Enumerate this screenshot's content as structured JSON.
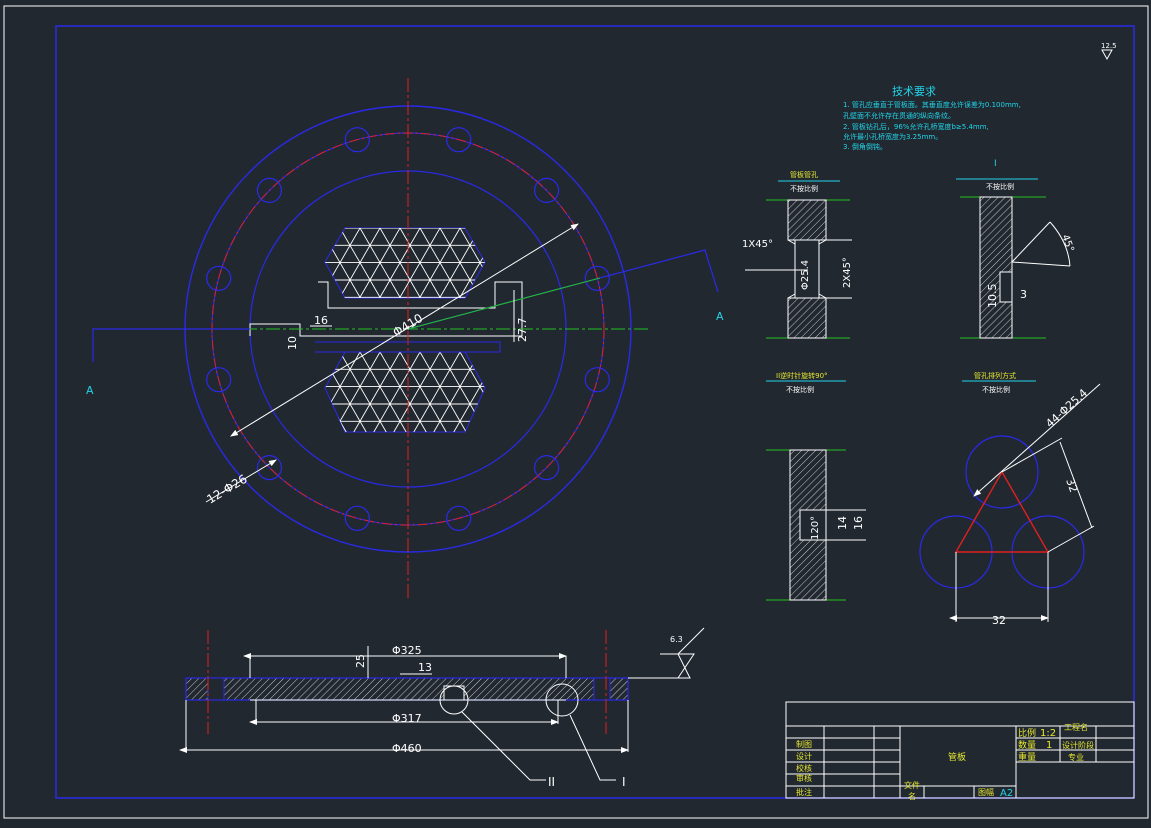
{
  "colors": {
    "background": "#212830",
    "frame": "#2a2ae8",
    "white": "#ffffff",
    "centerline": "#e02020",
    "green": "#22c022",
    "cyan": "#22d4e8",
    "yellow": "#e8e830",
    "hatch": "#c8c8c8"
  },
  "roughness_mark": "12.5",
  "tech": {
    "title": "技术要求",
    "line1": "1. 管孔应垂直于管板面。其垂直度允许误差为0.100mm,",
    "line2": "   孔壁面不允许存在贯通的纵向条纹。",
    "line3": "2. 管板钻孔后，96%允许孔桥宽度b≥5.4mm,",
    "line4": "   允许最小孔桥宽度为3.25mm。",
    "line5": "3. 倒角倒钝。"
  },
  "main_view": {
    "dim_hole_circle": "Φ410",
    "dim_bolt_holes": "12-Φ26",
    "dim_16": "16",
    "dim_10": "10",
    "dim_27_7": "27.7",
    "section_label_left": "A",
    "section_label_right": "A"
  },
  "detail_tube_hole": {
    "title": "管板管孔",
    "scale": "不按比例",
    "dim_chamfer1": "1X45°",
    "dim_dia": "Φ25.4",
    "dim_chamfer2": "2X45°"
  },
  "detail_I": {
    "label": "I",
    "scale": "不按比例",
    "dim_angle": "45°",
    "dim_depth": "10.5",
    "dim_3": "3"
  },
  "detail_II": {
    "title": "II逆时针旋转90°",
    "scale": "不按比例",
    "dim_angle": "120°",
    "dim_14": "14",
    "dim_16": "16"
  },
  "detail_layout": {
    "title": "管孔排列方式",
    "scale": "不按比例",
    "dim_holes": "44-Φ25.4",
    "dim_pitch_slanted": "32",
    "dim_pitch_bottom": "32"
  },
  "section_view": {
    "dim_325": "Φ325",
    "dim_25": "25",
    "dim_13": "13",
    "dim_317": "Φ317",
    "dim_460": "Φ460",
    "label_II": "II",
    "label_I": "I",
    "surface_finish": "6.3"
  },
  "title_block": {
    "drawing_name": "管板",
    "scale_label": "比例",
    "scale_value": "1:2",
    "qty_label": "数量",
    "qty_value": "1",
    "weight_label": "重量",
    "project_label": "工程名",
    "design_stage": "设计阶段",
    "specialty": "专业",
    "row_draw": "制图",
    "row_design": "设计",
    "row_check": "校核",
    "row_review": "审核",
    "row_approve": "批注",
    "file_label": "文件",
    "name_label": "名",
    "sheet_label": "图幅",
    "sheet_size": "A2"
  }
}
